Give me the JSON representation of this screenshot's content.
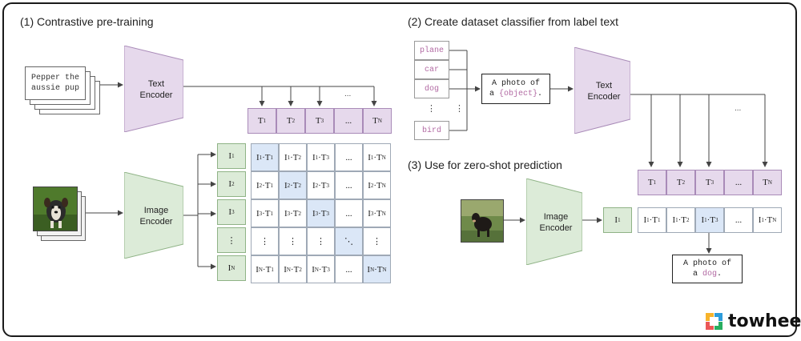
{
  "section1": {
    "title": "(1) Contrastive pre-training",
    "caption_line1": "Pepper the",
    "caption_line2": "aussie pup",
    "text_encoder_line1": "Text",
    "text_encoder_line2": "Encoder",
    "image_encoder_line1": "Image",
    "image_encoder_line2": "Encoder",
    "text_tokens": [
      "T1",
      "T2",
      "T3",
      "...",
      "TN"
    ],
    "image_tokens": [
      "I1",
      "I2",
      "I3",
      "⋮",
      "IN"
    ],
    "dots_top": "..."
  },
  "section2": {
    "title": "(2) Create dataset classifier from label text",
    "labels": [
      "plane",
      "car",
      "dog",
      "⋮",
      "bird"
    ],
    "template_line1": "A photo of",
    "template_prefix": "a ",
    "template_object": "{object}",
    "template_suffix": ".",
    "text_encoder_line1": "Text",
    "text_encoder_line2": "Encoder",
    "dots": "...",
    "side_dots": "⋮"
  },
  "section3": {
    "title": "(3) Use for zero-shot prediction",
    "image_encoder_line1": "Image",
    "image_encoder_line2": "Encoder",
    "image_token": "I1",
    "text_tokens": [
      "T1",
      "T2",
      "T3",
      "...",
      "TN"
    ],
    "result_line1": "A photo of",
    "result_prefix": "a ",
    "result_object": "dog",
    "result_suffix": "."
  },
  "brand": {
    "name": "towhee"
  },
  "colors": {
    "text_encoder": "#e6d9ec",
    "image_encoder": "#dcebd8",
    "highlight": "#dbe7f7",
    "label_text": "#b26aa3"
  }
}
